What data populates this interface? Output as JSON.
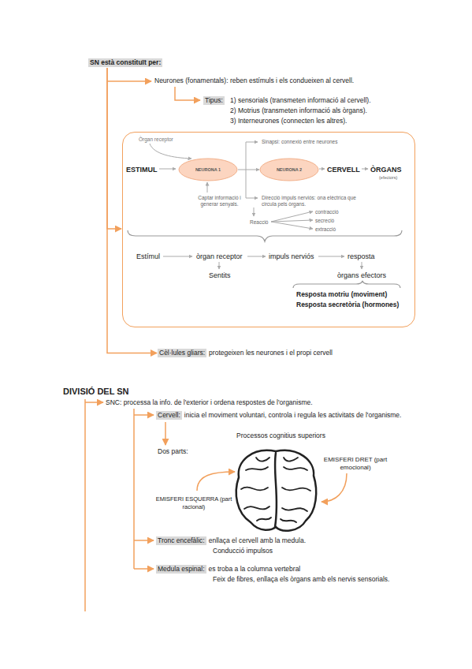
{
  "diagram": {
    "nodes": [
      {
        "text": [
          "SN està constituït per:"
        ]
      },
      {
        "text": [
          "Tipus:"
        ]
      },
      {
        "text": [
          "Òrgan receptor",
          "ESTIMUL",
          "Sinapsi: connexió entre neurones",
          "CERVELL",
          "ÒRGANS",
          "(efectors)",
          "Captar informació i generar senyals.",
          "Direcció impuls nerviós: ona elèctrica que circula pels òrgans.",
          "Reacció",
          "contracció",
          "secreció",
          "extracció",
          "Estímul",
          "òrgan receptor",
          "impuls nerviós",
          "resposta",
          "Sentits",
          "òrgans efectors",
          "Resposta motriu (moviment)",
          "Resposta secretòria (hormones)"
        ]
      },
      {
        "text": [
          "NEURONA 1"
        ],
        "in": 2
      },
      {
        "text": [
          "NEURONA 2"
        ],
        "in": 2
      },
      {
        "text": [
          "Cèl·lules gliars:"
        ]
      },
      {
        "text": [
          "Cervell:"
        ]
      },
      {
        "text": [
          "Tronc encefàlic:"
        ]
      },
      {
        "text": [
          "Medula espinal:"
        ]
      }
    ],
    "edges": [
      {
        "from": 0,
        "to": 2,
        "arrow": "to"
      },
      {
        "from": 0,
        "to": 5,
        "arrow": "to"
      },
      {
        "from": 3,
        "to": 4,
        "arrow": "to"
      }
    ],
    "labels": [
      "Neurones (fonamentals): reben estímuls i els condueixen al cervell.",
      "1) sensorials (transmeten informació al cervell).",
      "2) Motrius (transmeten informació als òrgans).",
      "3) Interneurones (connecten les altres).",
      "protegeixen les neurones i el propi cervell",
      "DIVISIÓ DEL SN",
      "SNC: processa la info. de l'exterior i ordena respostes de l'organisme.",
      "inicia el moviment voluntari, controla i regula les activitats de l'organisme.",
      "Processos cognitius superiors",
      "Dos parts:",
      "EMISFERI DRET (part emocional)",
      "EMISFERI ESQUERRA (part racional)",
      "enllaça el cervell amb la medula.",
      "Conducció impulsos",
      "es troba a la columna vertebral",
      "Feix de fibres, enllaça els òrgans amb els nervis sensorials."
    ]
  }
}
